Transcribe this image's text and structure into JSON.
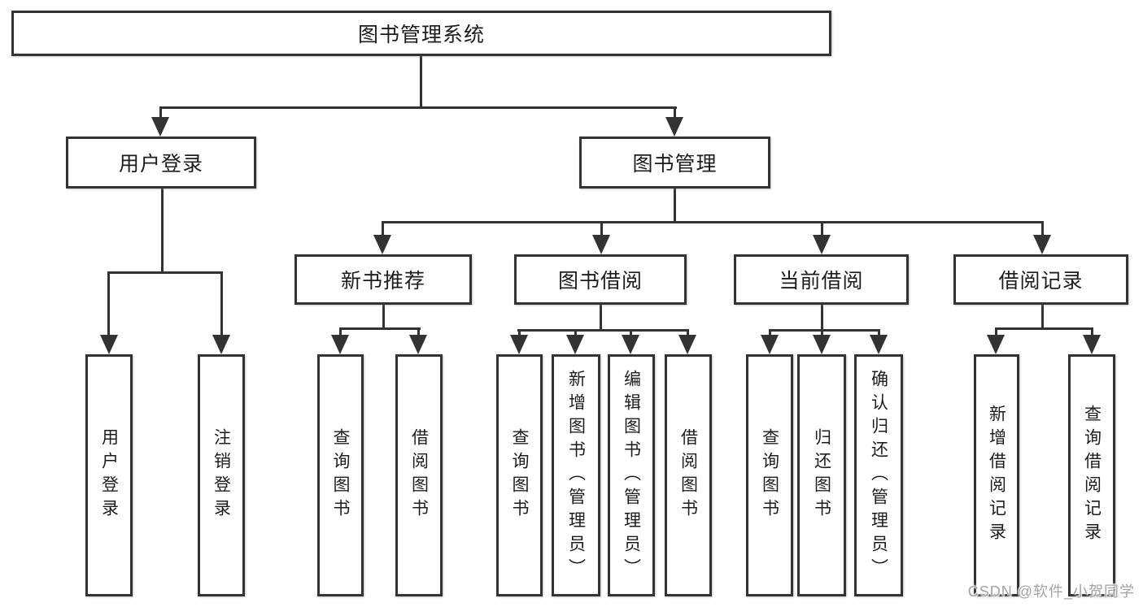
{
  "diagram_title": "图书管理系统",
  "nodes": {
    "root": {
      "label": "图书管理系统"
    },
    "user_login": {
      "label": "用户登录"
    },
    "book_mgmt": {
      "label": "图书管理"
    },
    "new_books": {
      "label": "新书推荐"
    },
    "book_borrow": {
      "label": "图书借阅"
    },
    "current_borrow": {
      "label": "当前借阅"
    },
    "borrow_records": {
      "label": "借阅记录"
    },
    "ul_login": {
      "label": "用户登录"
    },
    "ul_logout": {
      "label": "注销登录"
    },
    "nb_query": {
      "label": "查询图书"
    },
    "nb_borrow": {
      "label": "借阅图书"
    },
    "bb_query": {
      "label": "查询图书"
    },
    "bb_add": {
      "label": "新增图书（管理员）"
    },
    "bb_edit": {
      "label": "编辑图书（管理员）"
    },
    "bb_borrow": {
      "label": "借阅图书"
    },
    "cb_query": {
      "label": "查询图书"
    },
    "cb_return": {
      "label": "归还图书"
    },
    "cb_confirm": {
      "label": "确认归还（管理员）"
    },
    "br_add": {
      "label": "新增借阅记录"
    },
    "br_query": {
      "label": "查询借阅记录"
    }
  },
  "watermark": "CSDN @软件_小贺同学",
  "colors": {
    "line": "#333333",
    "text": "#1d1d1d",
    "watermark": "#a3a3a3",
    "background": "#ffffff"
  }
}
